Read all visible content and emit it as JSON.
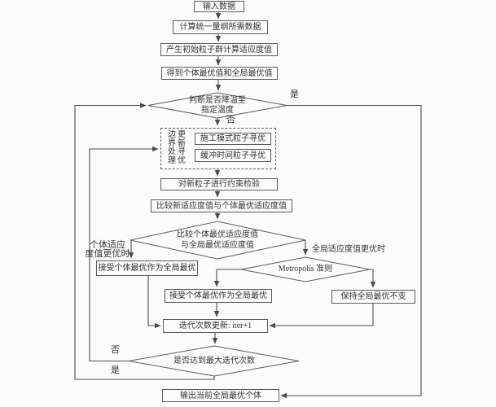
{
  "background": "#fbfbfb",
  "line_color": "#4d4d4d",
  "text_color": "#333333",
  "nodes": {
    "input": {
      "label": "输入数据"
    },
    "unify": {
      "label": "计算统一量纲所需数据"
    },
    "init": {
      "label": "产生初始粒子群计算适应度值"
    },
    "best": {
      "label": "得到个体最优值和全局最优值"
    },
    "temp_decision": {
      "line1": "判断是否降温至",
      "line2": "指定温度"
    },
    "update_group": {
      "vertical_left": "边界处理",
      "vertical_right": "更新寻优"
    },
    "mode_search": {
      "label": "施工模式粒子寻优"
    },
    "buffer_search": {
      "label": "缓冲时间粒子寻优"
    },
    "constraint": {
      "label": "对新粒子进行约束检验"
    },
    "compare_new": {
      "label": "比较新适应度值与个体最优适应度值"
    },
    "compare_best": {
      "line1": "比较个体最优适应度值",
      "line2": "与全局最优适应度值"
    },
    "accept_individual": {
      "label": "接受个体最优作为全局最优"
    },
    "metropolis": {
      "label": "Metropolis 准则"
    },
    "accept_global": {
      "label": "接受个体最优作为全局最优"
    },
    "keep_global": {
      "label": "保持全局最优不变"
    },
    "iteration": {
      "label": "迭代次数更新: iter+1"
    },
    "max_iter_decision": {
      "label": "是否达到最大迭代次数"
    },
    "output": {
      "label": "输出当前全局最优个体"
    }
  },
  "edge_labels": {
    "temp_yes": "是",
    "temp_no": "否",
    "individual_better_line1": "个体适应",
    "individual_better_line2": "度值更优时",
    "global_better": "全局适应度值更优时",
    "max_iter_no": "否",
    "max_iter_yes": "是"
  }
}
